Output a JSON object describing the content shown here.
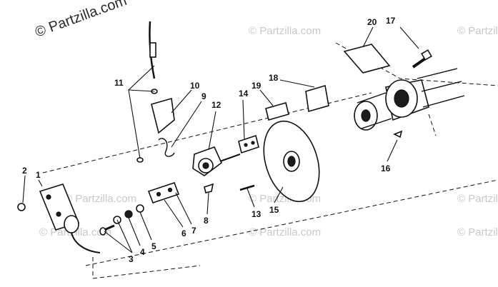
{
  "watermark": {
    "main": "© Partzilla.com",
    "repeat": "© Partzilla.com"
  },
  "callouts": {
    "c1": "1",
    "c2": "2",
    "c3": "3",
    "c4": "4",
    "c5": "5",
    "c6": "6",
    "c7": "7",
    "c8": "8",
    "c9": "9",
    "c10": "10",
    "c11": "11",
    "c12": "12",
    "c13": "13",
    "c14": "14",
    "c15": "15",
    "c16": "16",
    "c17": "17",
    "c18": "18",
    "c19": "19",
    "c20": "20"
  }
}
